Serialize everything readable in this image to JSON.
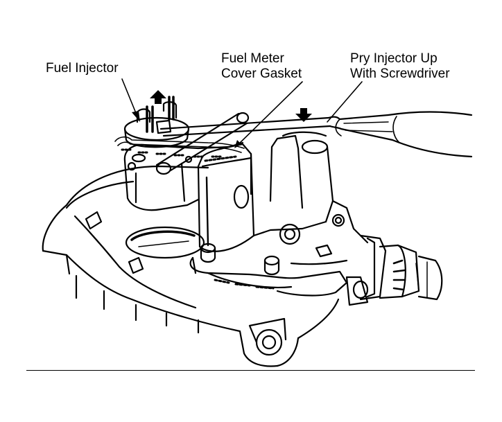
{
  "labels": {
    "fuel_injector": "Fuel Injector",
    "gasket_line1": "Fuel Meter",
    "gasket_line2": "Cover Gasket",
    "pry_line1": "Pry Injector Up",
    "pry_line2": "With Screwdriver"
  },
  "colors": {
    "ink": "#000000",
    "paper": "#ffffff"
  }
}
